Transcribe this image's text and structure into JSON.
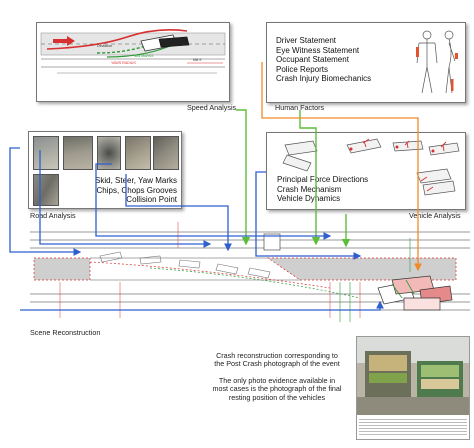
{
  "speed_analysis": {
    "caption": "Speed Analysis",
    "labels": [
      "Deviation",
      "YAW MARKS",
      "YAWS RADIUS",
      "MM  S"
    ]
  },
  "human_factors": {
    "caption": "Human Factors",
    "items": [
      "Driver Statement",
      "Eye Witness Statement",
      "Occupant Statement",
      "Police Reports",
      "Crash Injury Biomechanics"
    ]
  },
  "road_analysis": {
    "caption": "Road Analysis",
    "items": [
      "Skid, Steer, Yaw Marks",
      "Chips, Chops Grooves",
      "Collision Point"
    ]
  },
  "vehicle_analysis": {
    "caption": "Vehicle Analysis",
    "items": [
      "Principal Force Directions",
      "Crash Mechanism",
      "Vehicle Dynamics"
    ]
  },
  "scene_reconstruction": {
    "caption": "Scene Reconstruction"
  },
  "photo_note": {
    "lines": [
      "Crash reconstruction corresponding to",
      "the Post Crash photograph of the event",
      "",
      "The only photo evidence available in",
      "most cases is the photograph of the final",
      "resting position of the vehicles"
    ]
  },
  "colors": {
    "arrow_blue": "#2f5fcf",
    "arrow_green": "#5cbf3a",
    "arrow_orange": "#f08a28",
    "skid_green": "#2e9a3a",
    "skid_red": "#d83030",
    "road_gray": "#cfcfcf"
  }
}
